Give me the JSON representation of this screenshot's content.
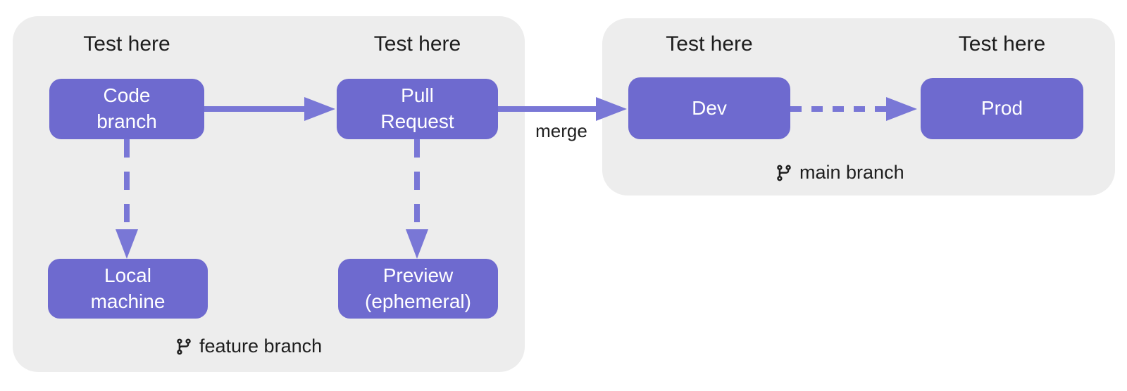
{
  "diagram": {
    "containers": [
      {
        "id": "feature",
        "label": "feature branch",
        "icon": "git-branch-icon"
      },
      {
        "id": "main",
        "label": "main branch",
        "icon": "git-branch-icon"
      }
    ],
    "nodes": [
      {
        "id": "code-branch",
        "label": "Code\nbranch",
        "test_label": "Test here"
      },
      {
        "id": "pull-request",
        "label": "Pull\nRequest",
        "test_label": "Test here"
      },
      {
        "id": "dev",
        "label": "Dev",
        "test_label": "Test here"
      },
      {
        "id": "prod",
        "label": "Prod",
        "test_label": "Test here"
      },
      {
        "id": "local-machine",
        "label": "Local\nmachine"
      },
      {
        "id": "preview",
        "label": "Preview\n(ephemeral)"
      }
    ],
    "edges": [
      {
        "from": "code-branch",
        "to": "pull-request",
        "style": "solid",
        "label": ""
      },
      {
        "from": "pull-request",
        "to": "dev",
        "style": "solid",
        "label": "merge"
      },
      {
        "from": "dev",
        "to": "prod",
        "style": "dashed",
        "label": ""
      },
      {
        "from": "code-branch",
        "to": "local-machine",
        "style": "dashed",
        "label": ""
      },
      {
        "from": "pull-request",
        "to": "preview",
        "style": "dashed",
        "label": ""
      }
    ]
  },
  "colors": {
    "node_fill": "#6E6ACF",
    "arrow": "#7977D6",
    "container_bg": "#EDEDED",
    "node_text": "#FFFFFF",
    "label_text": "#1E1E1E",
    "page_bg": "#FFFFFF"
  }
}
